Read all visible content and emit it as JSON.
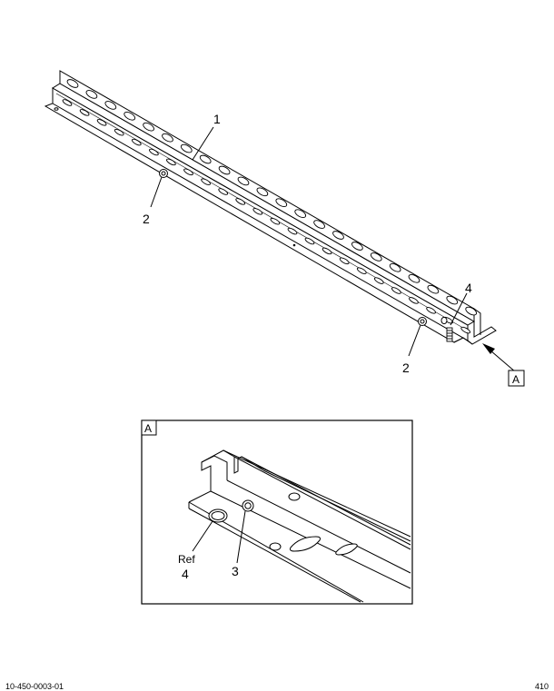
{
  "callouts": {
    "item1": "1",
    "item2_left": "2",
    "item2_right": "2",
    "item4": "4",
    "view_ref": "A"
  },
  "detail": {
    "view_tag": "A",
    "ref_word": "Ref",
    "ref_item": "4",
    "item3": "3"
  },
  "footer": {
    "left_code": "10-450-0003-01",
    "right_code": "410"
  }
}
